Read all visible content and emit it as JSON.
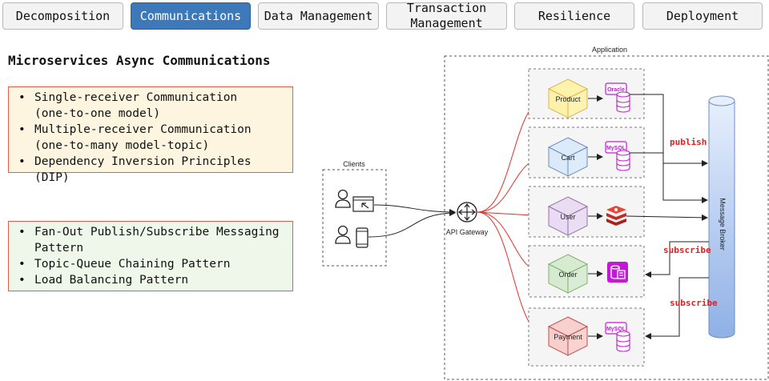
{
  "tabs": [
    {
      "label": "Decomposition",
      "active": false
    },
    {
      "label": "Communications",
      "active": true
    },
    {
      "label": "Data Management",
      "active": false
    },
    {
      "label": "Transaction\nManagement",
      "active": false
    },
    {
      "label": "Resilience",
      "active": false
    },
    {
      "label": "Deployment",
      "active": false
    }
  ],
  "heading": "Microservices Async Communications",
  "list1": [
    "Single-receiver Communication\n(one-to-one model)",
    "Multiple-receiver Communication\n(one-to-many model-topic)",
    "Dependency Inversion Principles (DIP)"
  ],
  "list2": [
    "Fan-Out Publish/Subscribe Messaging\nPattern",
    "Topic-Queue Chaining Pattern",
    "Load Balancing Pattern"
  ],
  "diagram": {
    "application_label": "Application",
    "clients_label": "Clients",
    "gateway_label": "API Gateway",
    "broker_label": "Message Broker",
    "publish_label": "publish",
    "subscribe_label_1": "subscribe",
    "subscribe_label_2": "subscribe",
    "services": [
      {
        "name": "Product",
        "db_label": "Oracle",
        "cube_color": "#fff2a8",
        "cube_stroke": "#d6b656"
      },
      {
        "name": "Cart",
        "db_label": "MySQL",
        "cube_color": "#dbe9fb",
        "cube_stroke": "#6c8ebf"
      },
      {
        "name": "User",
        "db_label": "",
        "cube_color": "#e8dbf3",
        "cube_stroke": "#9673a6"
      },
      {
        "name": "Order",
        "db_label": "",
        "cube_color": "#d5ead0",
        "cube_stroke": "#82b366"
      },
      {
        "name": "Payment",
        "db_label": "MySQL",
        "cube_color": "#f8cecc",
        "cube_stroke": "#b85450"
      }
    ],
    "colors": {
      "gateway_arrow": "#e0302a",
      "label_red": "#e02020",
      "db_magenta": "#c21ad4",
      "broker_fill": "#a9c4ef",
      "redis": "#d82c20"
    }
  }
}
